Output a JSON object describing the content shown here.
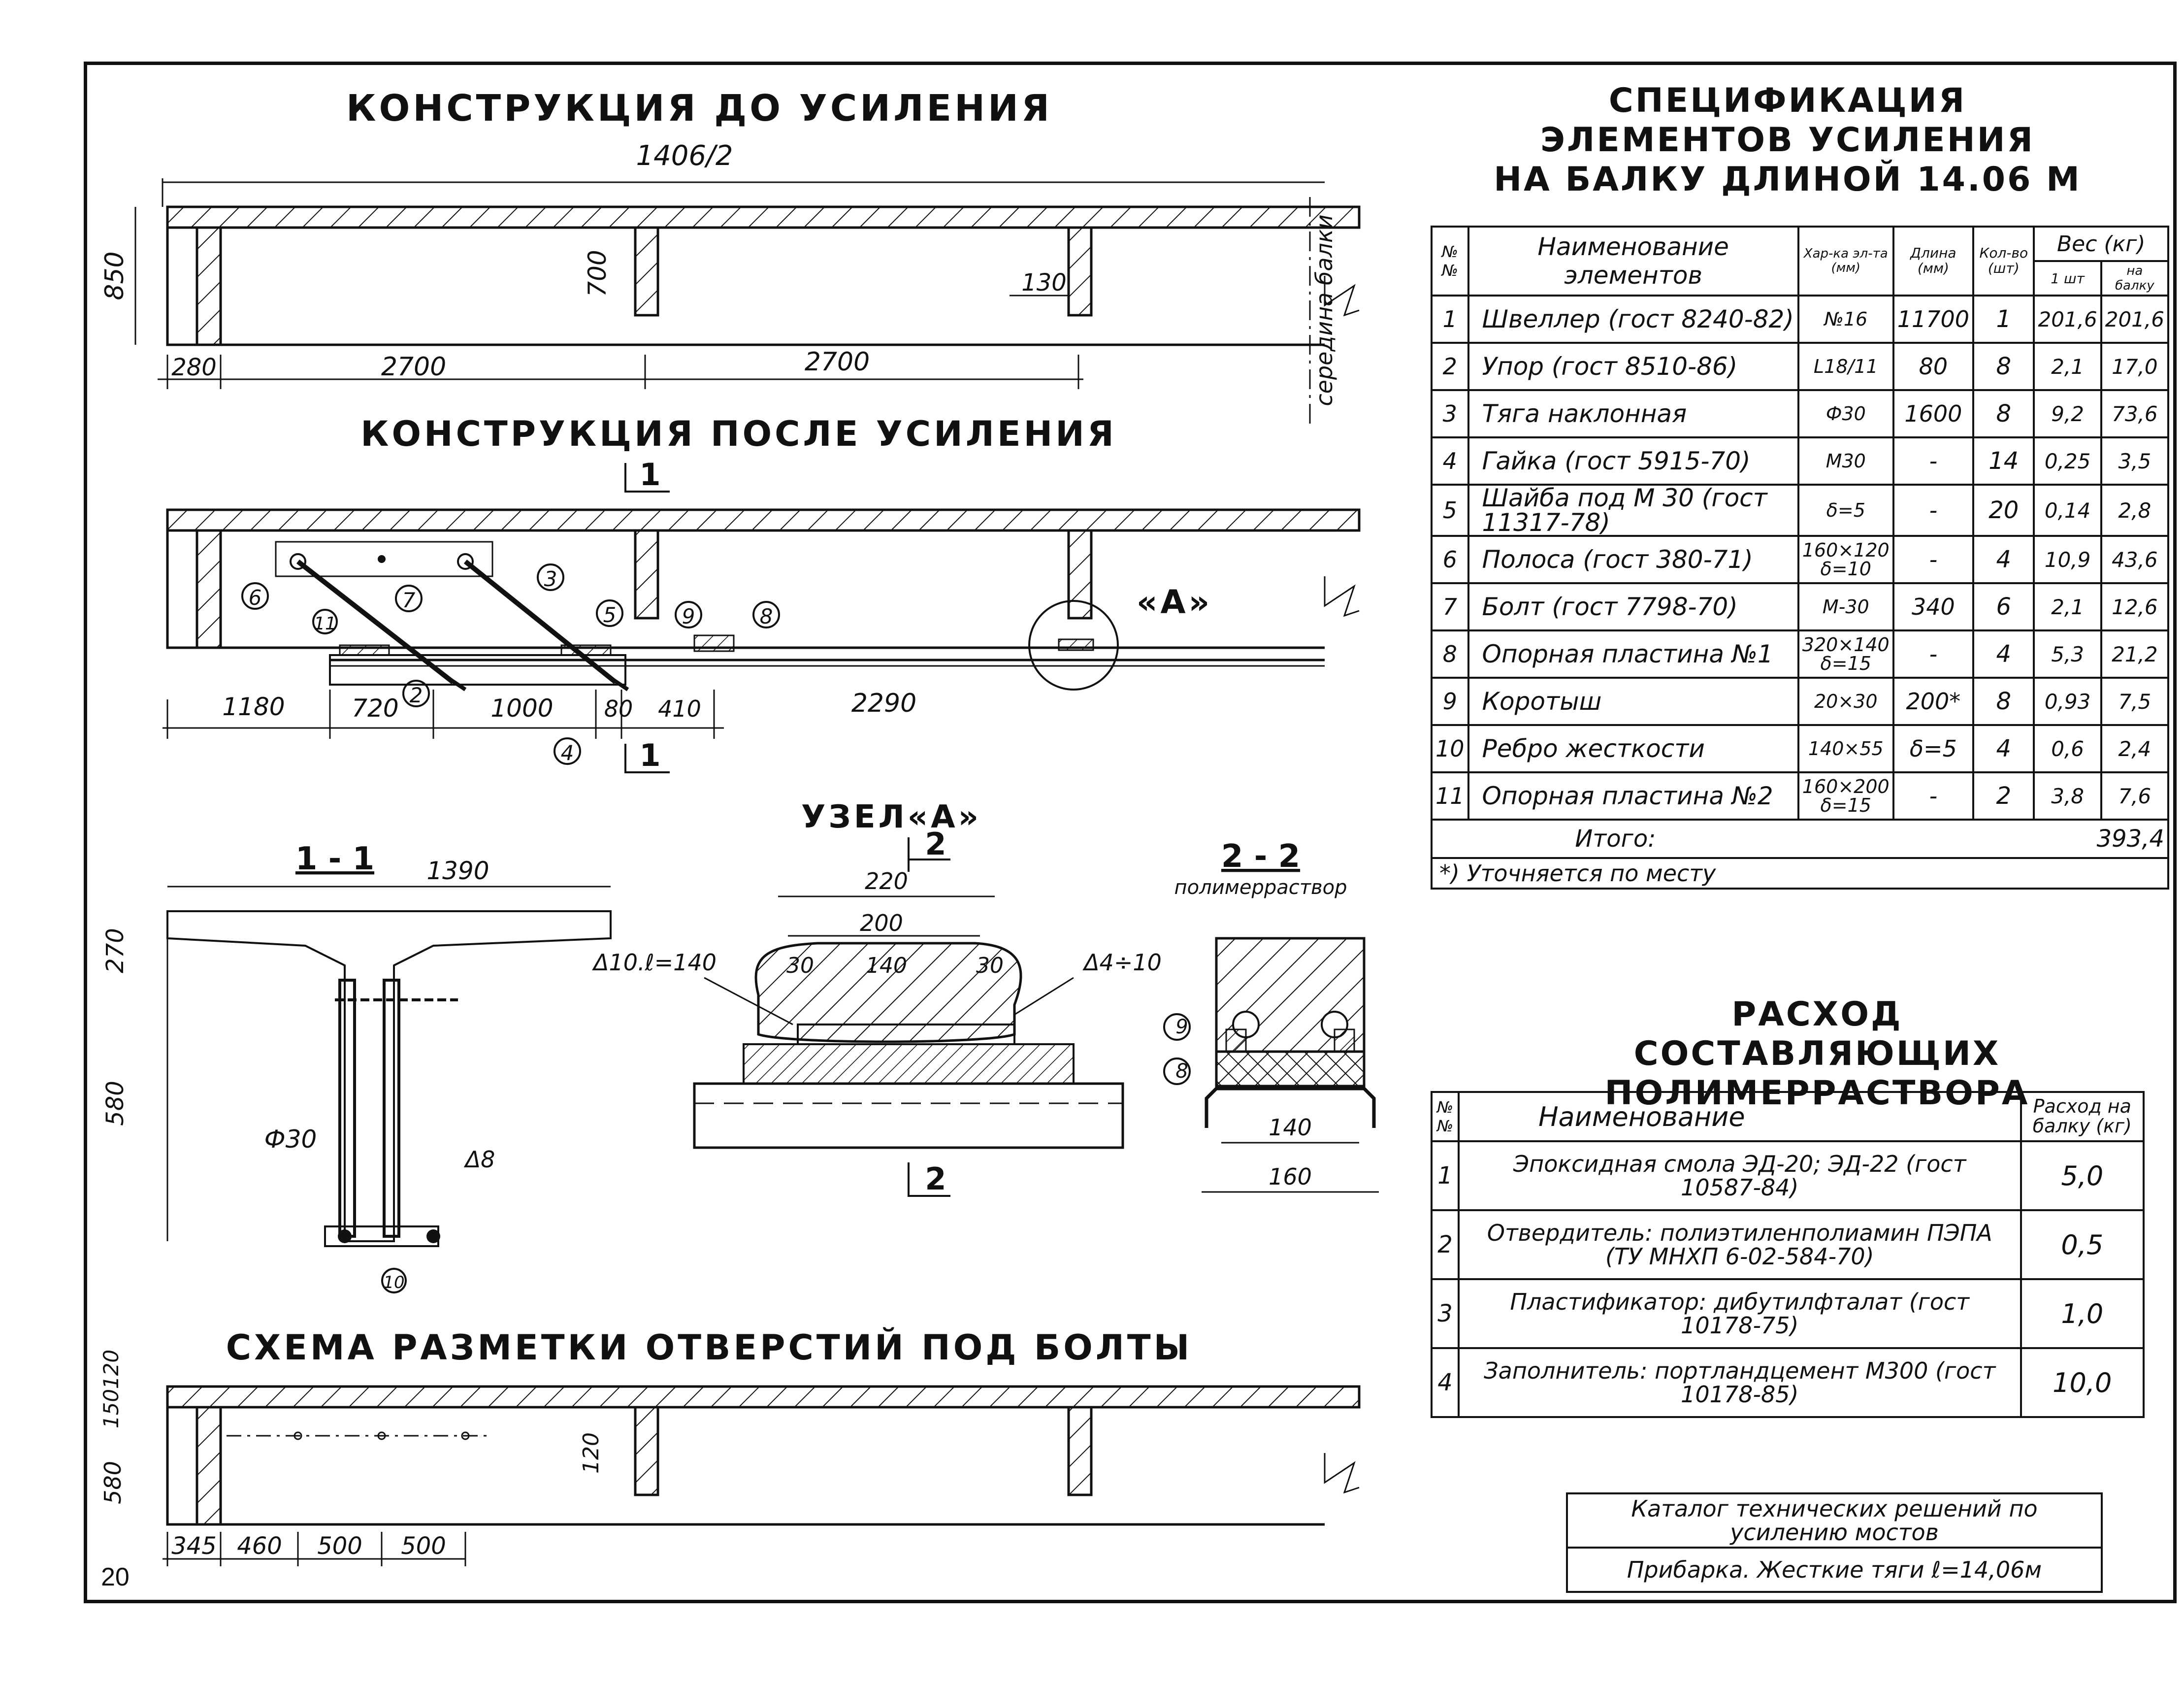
{
  "headings": {
    "before": "КОНСТРУКЦИЯ ДО УСИЛЕНИЯ",
    "after": "КОНСТРУКЦИЯ ПОСЛЕ УСИЛЕНИЯ",
    "node": "УЗЕЛ«А»",
    "section11": "1 - 1",
    "section22": "2 - 2",
    "holes": "СХЕМА РАЗМЕТКИ ОТВЕРСТИЙ ПОД БОЛТЫ"
  },
  "before": {
    "span_label": "1406/2",
    "height": "850",
    "rib_height": "700",
    "rib_width": "130",
    "dims": [
      "280",
      "2700",
      "2700"
    ],
    "midspan": "середина балки"
  },
  "after": {
    "cut": "1",
    "node_label": "«А»",
    "dims": [
      "1180",
      "720",
      "1000",
      "80",
      "410",
      "2290"
    ],
    "markers": [
      "6",
      "7",
      "3",
      "11",
      "2",
      "5",
      "4",
      "9",
      "8"
    ]
  },
  "section11": {
    "width": "1390",
    "flange": "270",
    "web": "580",
    "rod": "Ф30",
    "weld": "Δ8",
    "marker": "10"
  },
  "node": {
    "cut": "2",
    "d220": "220",
    "d200": "200",
    "d30a": "30",
    "d140": "140",
    "d30b": "30",
    "left_note": "Δ10.ℓ=140",
    "right_note": "Δ4÷10"
  },
  "section22": {
    "polymer": "полимерраствор",
    "d140": "140",
    "d160": "160",
    "markers": [
      "9",
      "8"
    ]
  },
  "holes": {
    "v1": "150",
    "v2": "120",
    "v3": "580",
    "v4": "120",
    "dims": [
      "345",
      "460",
      "500",
      "500"
    ]
  },
  "spec_title": [
    "СПЕЦИФИКАЦИЯ",
    "ЭЛЕМЕНТОВ УСИЛЕНИЯ",
    "НА БАЛКУ ДЛИНОЙ 14.06 М"
  ],
  "spec": {
    "head": {
      "n": "№ №",
      "name": "Наименование элементов",
      "char": "Хар-ка эл-та (мм)",
      "len": "Длина (мм)",
      "qty": "Кол-во (шт)",
      "weight": "Вес (кг)",
      "w1": "1 шт",
      "wb": "на балку"
    },
    "rows": [
      {
        "n": "1",
        "name": "Швеллер (гост 8240-82)",
        "char": "№16",
        "len": "11700",
        "qty": "1",
        "w1": "201,6",
        "wb": "201,6"
      },
      {
        "n": "2",
        "name": "Упор (гост 8510-86)",
        "char": "L18/11",
        "len": "80",
        "qty": "8",
        "w1": "2,1",
        "wb": "17,0"
      },
      {
        "n": "3",
        "name": "Тяга наклонная",
        "char": "Ф30",
        "len": "1600",
        "qty": "8",
        "w1": "9,2",
        "wb": "73,6"
      },
      {
        "n": "4",
        "name": "Гайка (гост 5915-70)",
        "char": "М30",
        "len": "-",
        "qty": "14",
        "w1": "0,25",
        "wb": "3,5"
      },
      {
        "n": "5",
        "name": "Шайба под М 30 (гост 11317-78)",
        "char": "δ=5",
        "len": "-",
        "qty": "20",
        "w1": "0,14",
        "wb": "2,8"
      },
      {
        "n": "6",
        "name": "Полоса (гост 380-71)",
        "char": "160×120 δ=10",
        "len": "-",
        "qty": "4",
        "w1": "10,9",
        "wb": "43,6"
      },
      {
        "n": "7",
        "name": "Болт (гост 7798-70)",
        "char": "М-30",
        "len": "340",
        "qty": "6",
        "w1": "2,1",
        "wb": "12,6"
      },
      {
        "n": "8",
        "name": "Опорная пластина №1",
        "char": "320×140 δ=15",
        "len": "-",
        "qty": "4",
        "w1": "5,3",
        "wb": "21,2"
      },
      {
        "n": "9",
        "name": "Коротыш",
        "char": "20×30",
        "len": "200*",
        "qty": "8",
        "w1": "0,93",
        "wb": "7,5"
      },
      {
        "n": "10",
        "name": "Ребро жесткости",
        "char": "140×55",
        "len": "δ=5",
        "qty": "4",
        "w1": "0,6",
        "wb": "2,4"
      },
      {
        "n": "11",
        "name": "Опорная пластина №2",
        "char": "160×200 δ=15",
        "len": "-",
        "qty": "2",
        "w1": "3,8",
        "wb": "7,6"
      }
    ],
    "total_label": "Итого:",
    "total_value": "393,4",
    "footnote": "*) Уточняется по месту"
  },
  "polymer_title": [
    "РАСХОД",
    "СОСТАВЛЯЮЩИХ ПОЛИМЕРРАСТВОРА"
  ],
  "polymer": {
    "head": {
      "n": "№ №",
      "name": "Наименование",
      "rate": "Расход на балку (кг)"
    },
    "rows": [
      {
        "n": "1",
        "name": "Эпоксидная смола ЭД-20; ЭД-22 (гост 10587-84)",
        "rate": "5,0"
      },
      {
        "n": "2",
        "name": "Отвердитель: полиэтиленполиамин ПЭПА (ТУ МНХП 6-02-584-70)",
        "rate": "0,5"
      },
      {
        "n": "3",
        "name": "Пластификатор: дибутилфталат (гост 10178-75)",
        "rate": "1,0"
      },
      {
        "n": "4",
        "name": "Заполнитель: портландцемент М300 (гост 10178-85)",
        "rate": "10,0"
      }
    ]
  },
  "stamp": {
    "line1": "Каталог технических решений по усилению мостов",
    "line2": "Прибарка. Жесткие тяги ℓ=14,06м"
  },
  "page_number": "20"
}
